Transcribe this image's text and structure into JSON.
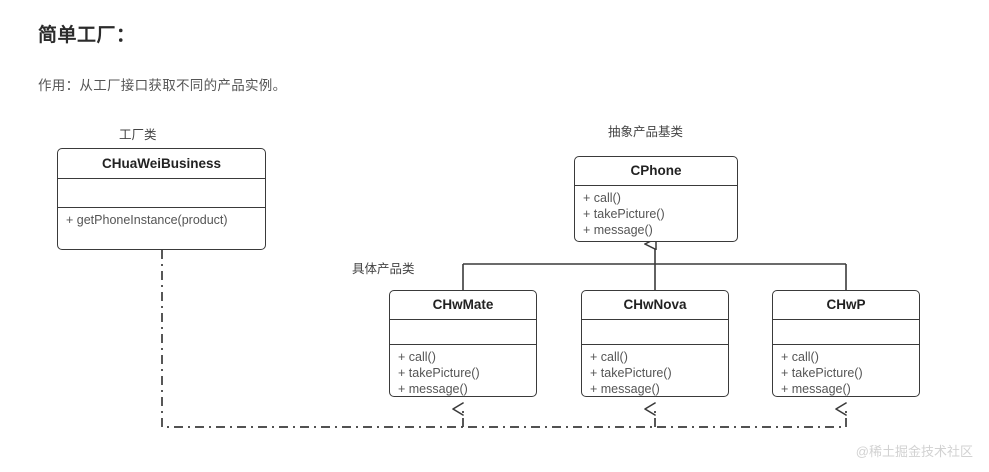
{
  "header": {
    "title": "简单工厂：",
    "subtitle": "作用：从工厂接口获取不同的产品实例。"
  },
  "captions": {
    "factory": "工厂类",
    "abstract_product": "抽象产品基类",
    "concrete_product": "具体产品类"
  },
  "classes": {
    "factory": {
      "name": "CHuaWeiBusiness",
      "attributes": [],
      "methods": [
        "+ getPhoneInstance(product)"
      ]
    },
    "base": {
      "name": "CPhone",
      "methods": [
        "+ call()",
        "+ takePicture()",
        "+ message()"
      ]
    },
    "mate": {
      "name": "CHwMate",
      "attributes": [],
      "methods": [
        "+ call()",
        "+ takePicture()",
        "+ message()"
      ]
    },
    "nova": {
      "name": "CHwNova",
      "attributes": [],
      "methods": [
        "+ call()",
        "+ takePicture()",
        "+ message()"
      ]
    },
    "p": {
      "name": "CHwP",
      "attributes": [],
      "methods": [
        "+ call()",
        "+ takePicture()",
        "+ message()"
      ]
    }
  },
  "relations": {
    "generalization": {
      "label": "",
      "kind": "inheritance",
      "from": [
        "CHwMate",
        "CHwNova",
        "CHwP"
      ],
      "to": "CPhone",
      "arrow": "hollow-triangle",
      "line": "solid"
    },
    "dependency": {
      "label": "",
      "kind": "dependency",
      "from": "CHuaWeiBusiness",
      "to": [
        "CHwMate",
        "CHwNova",
        "CHwP"
      ],
      "arrow": "open-arrow",
      "line": "dash-dot"
    }
  },
  "colors": {
    "stroke": "#3a3a3a",
    "text": "#333333",
    "muted": "#555555",
    "watermark": "#d2d2d2",
    "background": "#ffffff"
  },
  "watermark": "@稀土掘金技术社区"
}
